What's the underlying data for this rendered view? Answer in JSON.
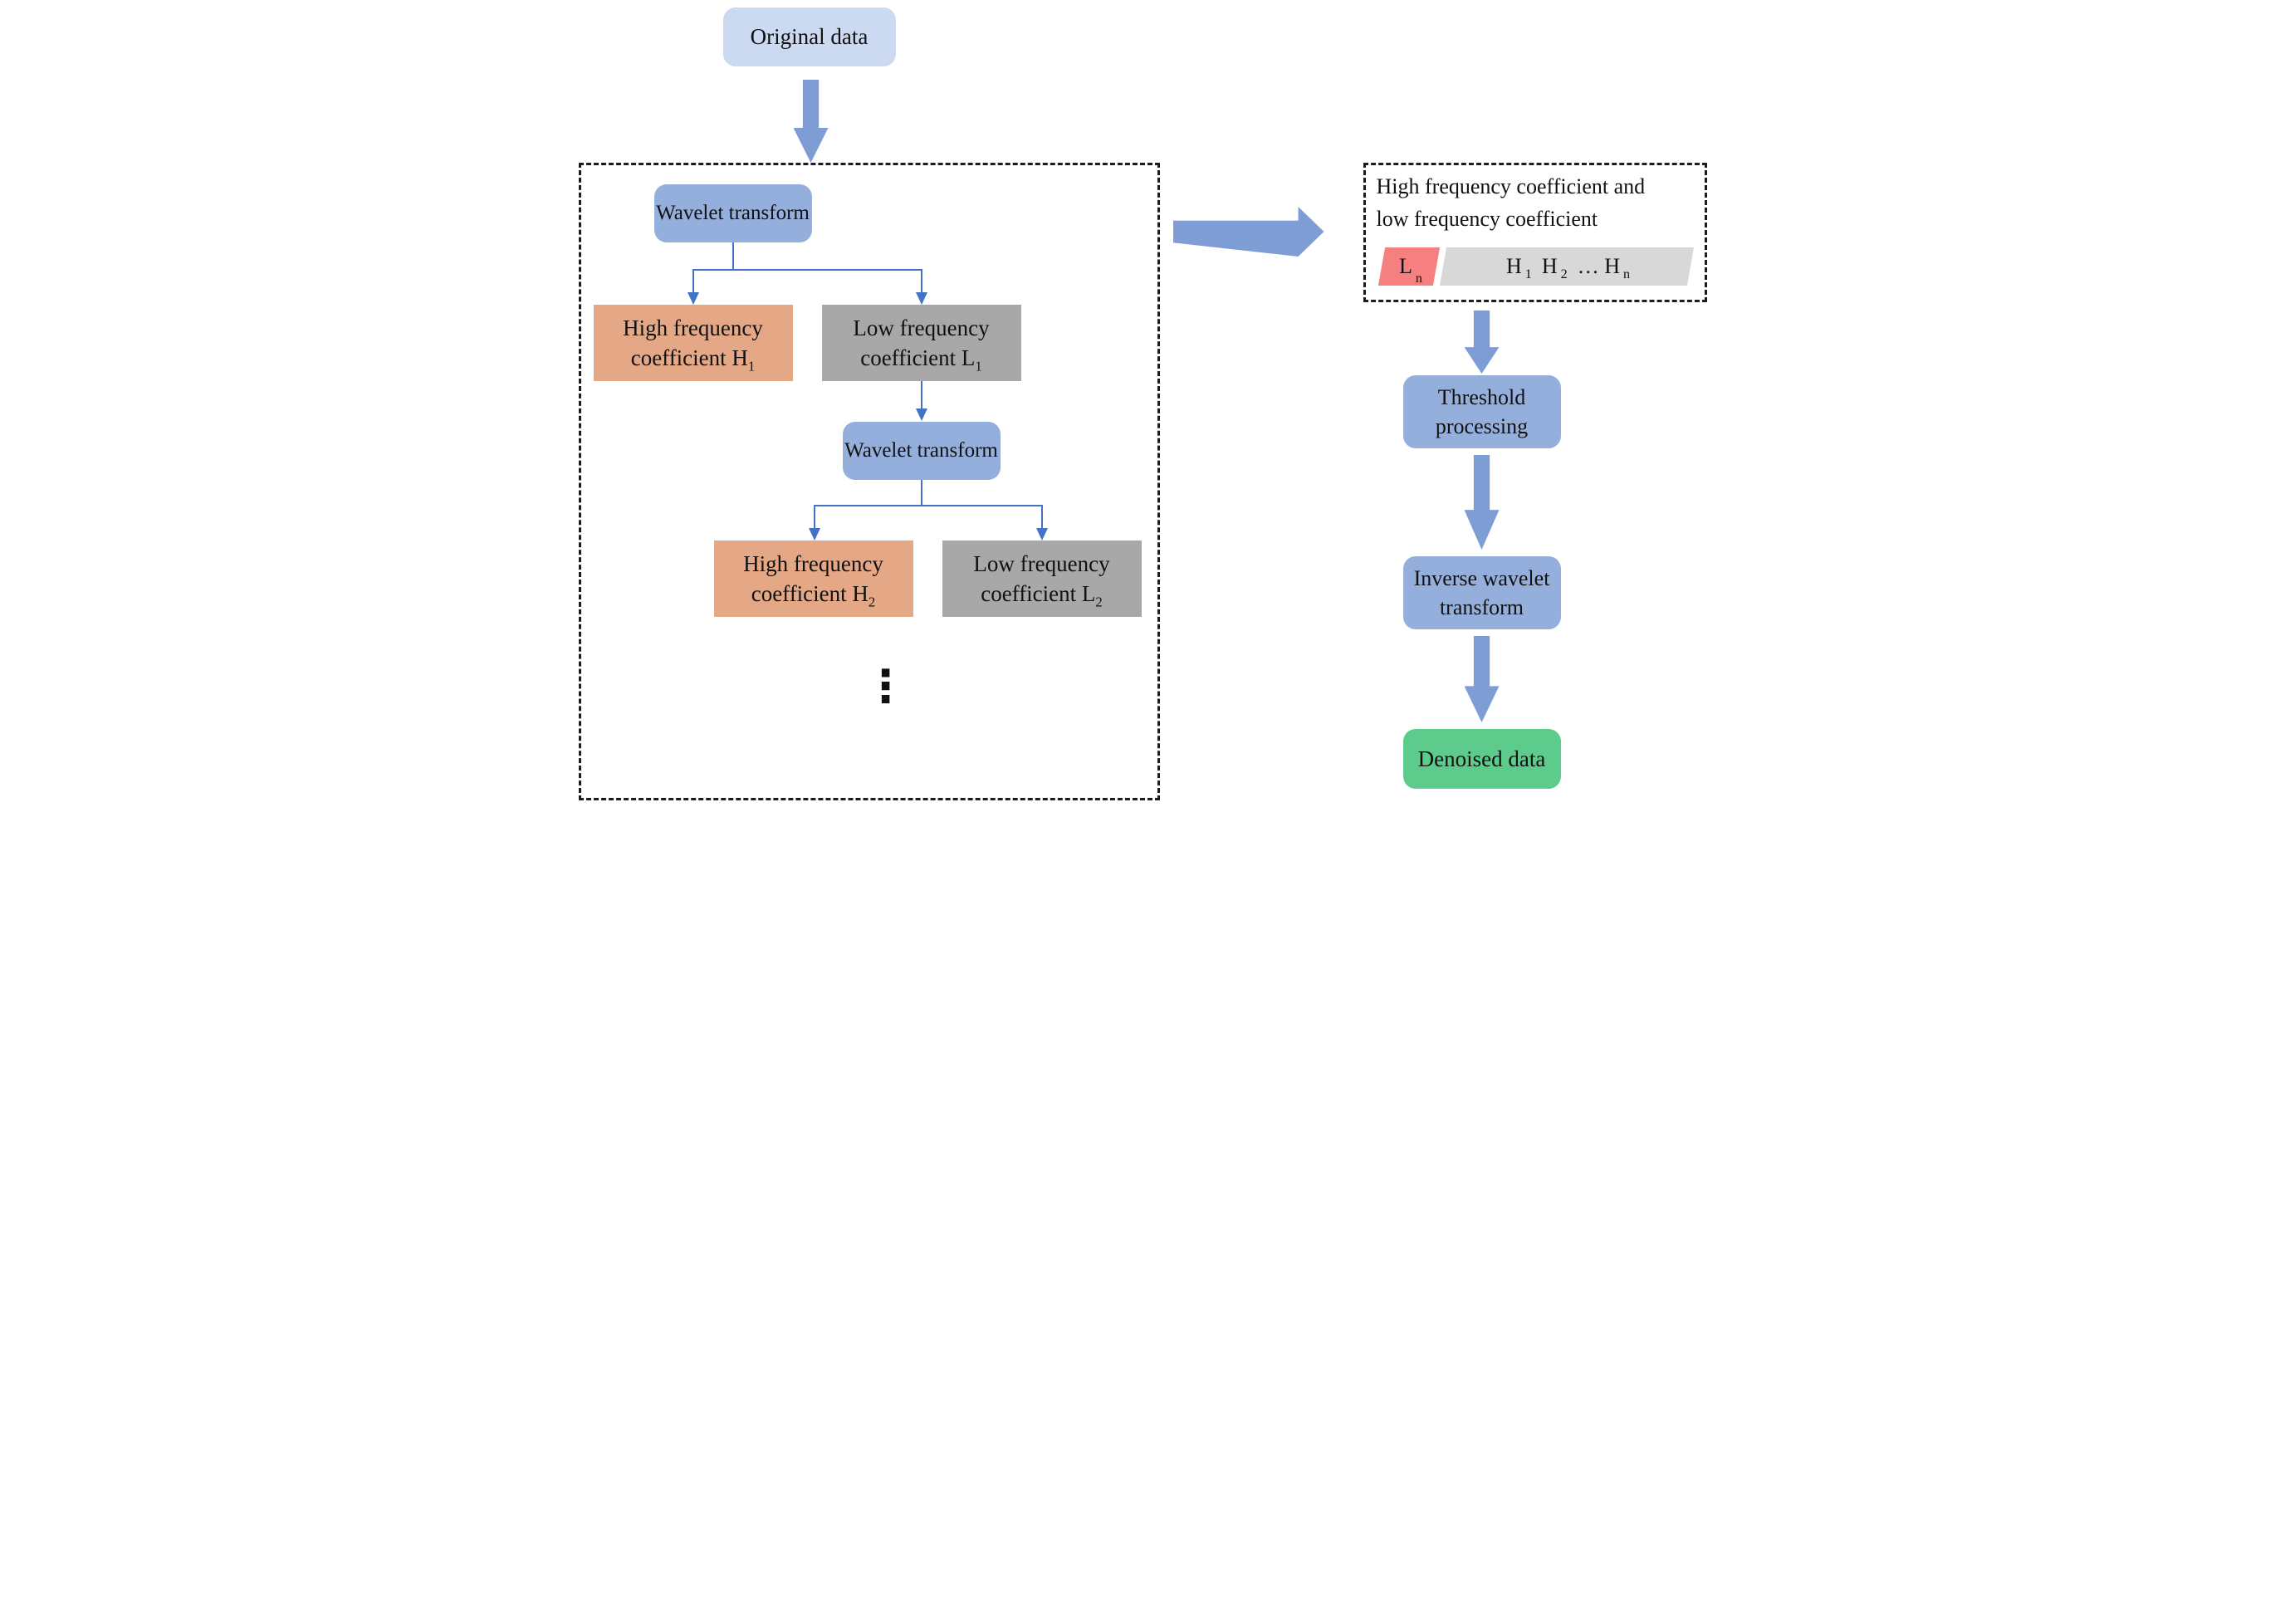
{
  "colors": {
    "light_blue": "#CBD9F1",
    "mid_blue": "#95AFDC",
    "block_arrow_blue": "#7F9DD5",
    "connector_blue": "#4472C4",
    "orange": "#E5A887",
    "gray": "#A8A8A8",
    "green": "#5DCB8C",
    "red_parallelogram": "#F67F7F",
    "light_gray_parallelogram": "#D8D8D8"
  },
  "nodes": {
    "original_data": {
      "label": "Original data"
    },
    "wavelet_transform_1": {
      "label": "Wavelet transform"
    },
    "high_freq_1": {
      "line1": "High frequency",
      "line2": "coefficient H",
      "sub": "1"
    },
    "low_freq_1": {
      "line1": "Low frequency",
      "line2": "coefficient L",
      "sub": "1"
    },
    "wavelet_transform_2": {
      "label": "Wavelet transform"
    },
    "high_freq_2": {
      "line1": "High frequency",
      "line2": "coefficient H",
      "sub": "2"
    },
    "low_freq_2": {
      "line1": "Low frequency",
      "line2": "coefficient L",
      "sub": "2"
    },
    "ellipsis": "⋮",
    "coeff_summary": {
      "line1": "High frequency coefficient and",
      "line2": "low frequency coefficient"
    },
    "ln_parallelogram": {
      "text": "L",
      "sub": "n"
    },
    "h_sequence": {
      "p1": "H",
      "s1": "1",
      "p2": "H",
      "s2": "2",
      "p3": "… H",
      "s3": "n"
    },
    "threshold": {
      "line1": "Threshold",
      "line2": "processing"
    },
    "inverse": {
      "line1": "Inverse wavelet",
      "line2": "transform"
    },
    "denoised": {
      "label": "Denoised data"
    }
  }
}
